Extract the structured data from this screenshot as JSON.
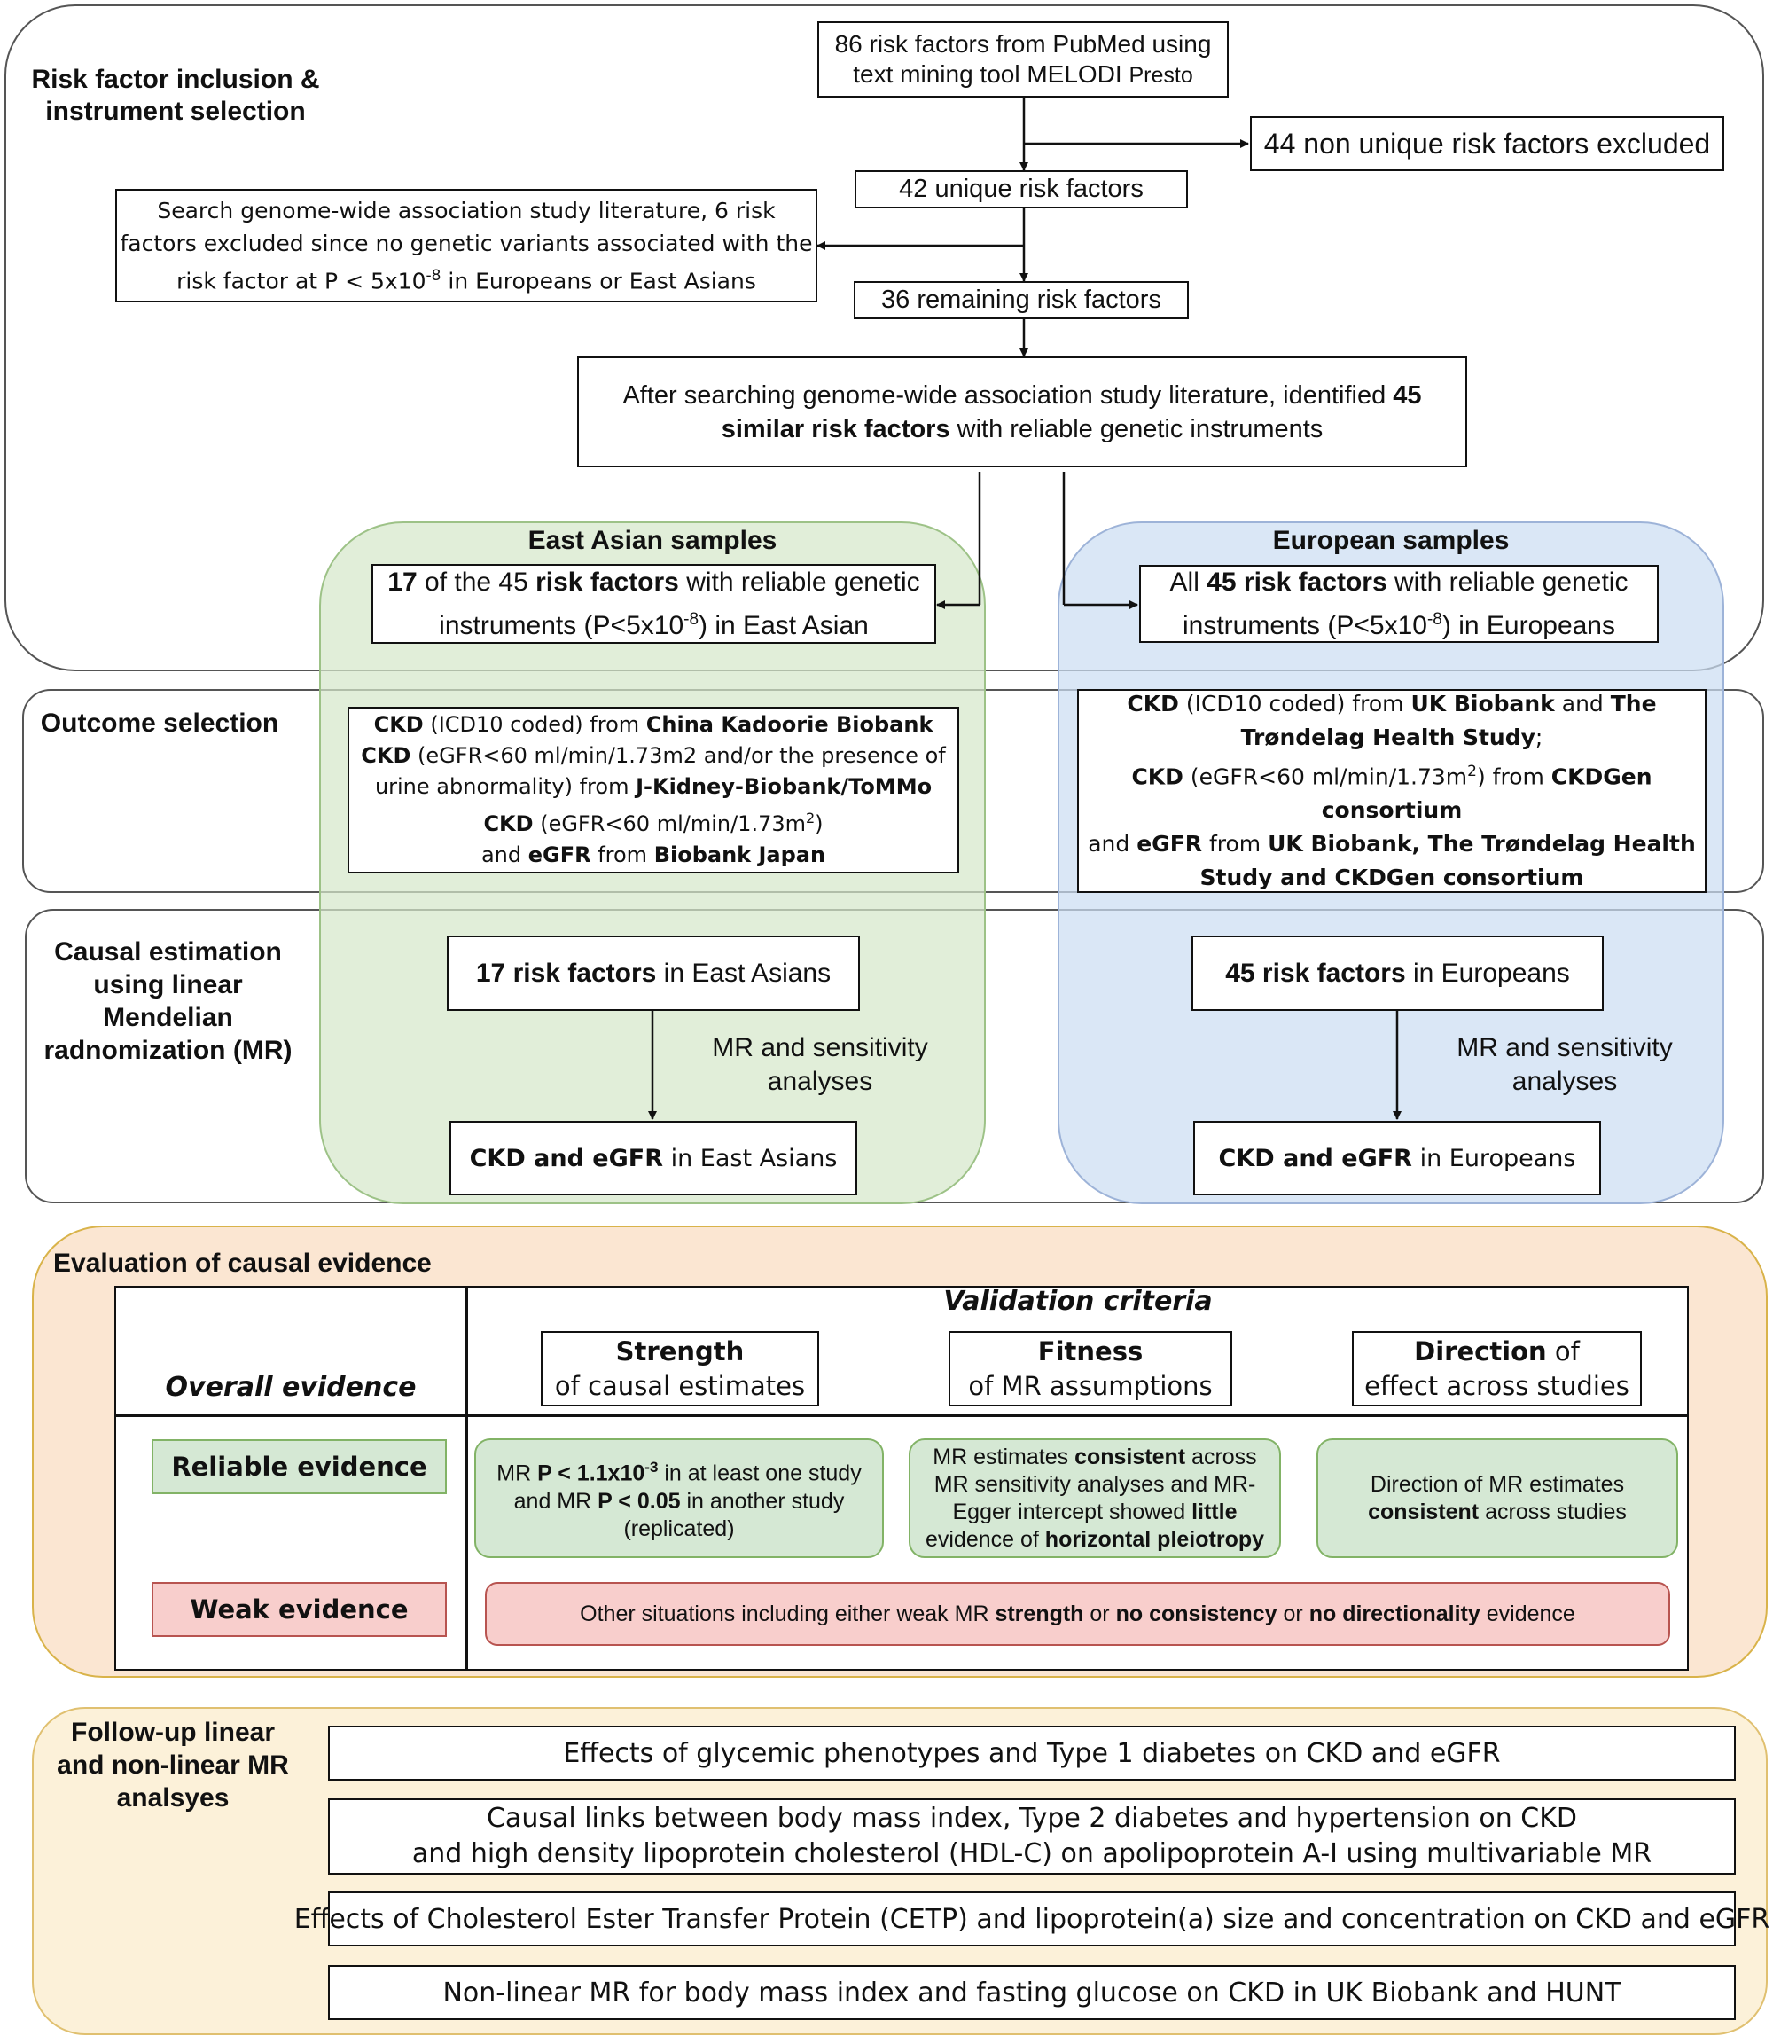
{
  "sections": {
    "risk_factor": "Risk factor inclusion & instrument selection",
    "outcome": "Outcome selection",
    "causal": "Causal estimation using linear Mendelian radnomization (MR)",
    "evaluation": "Evaluation of causal evidence",
    "followup": "Follow-up linear and non-linear MR analsyes"
  },
  "flow": {
    "melodi_line1": "86 risk factors from PubMed using",
    "melodi_line2_a": "text mining tool MELODI ",
    "melodi_line2_b": "Presto",
    "excluded_nonunique": "44 non unique risk factors excluded",
    "unique": "42 unique risk factors",
    "gwas_excl_line1": "Search genome-wide association study literature, 6 risk",
    "gwas_excl_line2": "factors excluded since no genetic variants associated with the",
    "gwas_excl_line3a": "risk factor at P < 5x10",
    "gwas_excl_exp": "-8",
    "gwas_excl_line3b": " in Europeans or East Asians",
    "remaining": "36 remaining risk factors",
    "similar_a": "After searching genome-wide association study literature, identified ",
    "similar_b": "45",
    "similar_c": "similar risk factors",
    "similar_d": " with reliable genetic instruments"
  },
  "east": {
    "title": "East Asian samples",
    "instr_a": "17",
    "instr_b": " of the 45 ",
    "instr_c": "risk factors",
    "instr_d": " with reliable genetic",
    "instr_e": "instruments (P<5x10",
    "instr_exp": "-8",
    "instr_f": ") in East Asian",
    "out_1a": "CKD",
    "out_1b": " (ICD10 coded) from ",
    "out_1c": "China Kadoorie Biobank",
    "out_2a": "CKD",
    "out_2b": " (eGFR<60 ml/min/1.73m2 and/or the presence of",
    "out_3a": "urine abnormality) from ",
    "out_3b": "J-Kidney-Biobank/ToMMo",
    "out_4a": "CKD",
    "out_4b": " (eGFR<60 ml/min/1.73m",
    "out_4sup": "2",
    "out_4c": ")",
    "out_5a": "and ",
    "out_5b": "eGFR",
    "out_5c": " from ",
    "out_5d": "Biobank Japan",
    "rf_a": "17 risk factors",
    "rf_b": " in East Asians",
    "arrow_label_1": "MR and sensitivity",
    "arrow_label_2": "analyses",
    "res_a": "CKD and eGFR",
    "res_b": " in East Asians"
  },
  "europe": {
    "title": "European samples",
    "instr_a": "All ",
    "instr_b": "45 risk factors",
    "instr_c": " with reliable genetic",
    "instr_d": "instruments (P<5x10",
    "instr_exp": "-8",
    "instr_e": ") in Europeans",
    "out_1a": "CKD",
    "out_1b": " (ICD10 coded) from ",
    "out_1c": "UK Biobank",
    "out_1d": " and ",
    "out_1e": "The",
    "out_2a": "Trøndelag Health Study",
    "out_2b": ";",
    "out_3a": "CKD",
    "out_3b": " (eGFR<60 ml/min/1.73m",
    "out_3sup": "2",
    "out_3c": ") from ",
    "out_3d": "CKDGen",
    "out_4": "consortium",
    "out_5a": "and ",
    "out_5b": "eGFR",
    "out_5c": " from ",
    "out_5d": "UK Biobank, The Trøndelag Health",
    "out_6": "Study and CKDGen consortium",
    "rf_a": "45 risk factors",
    "rf_b": " in Europeans",
    "arrow_label_1": "MR and sensitivity",
    "arrow_label_2": "analyses",
    "res_a": "CKD and eGFR",
    "res_b": " in Europeans"
  },
  "evaluation": {
    "validation_criteria": "Validation criteria",
    "overall_evidence": "Overall evidence",
    "strength_a": "Strength",
    "strength_b": "of causal estimates",
    "fitness_a": "Fitness",
    "fitness_b": "of MR assumptions",
    "direction_a": "Direction",
    "direction_b": " of",
    "direction_c": "effect across studies",
    "reliable": "Reliable evidence",
    "weak": "Weak evidence",
    "rel_strength_1a": "MR ",
    "rel_strength_1b": "P < 1.1x10",
    "rel_strength_1exp": "-3",
    "rel_strength_1c": " in at least one study",
    "rel_strength_2a": "and MR ",
    "rel_strength_2b": "P < 0.05",
    "rel_strength_2c": " in another study",
    "rel_strength_3": "(replicated)",
    "rel_fit_1a": "MR estimates ",
    "rel_fit_1b": "consistent",
    "rel_fit_1c": " across",
    "rel_fit_2": "MR sensitivity analyses and MR-",
    "rel_fit_3a": "Egger intercept showed ",
    "rel_fit_3b": "little",
    "rel_fit_4a": "evidence of ",
    "rel_fit_4b": "horizontal pleiotropy",
    "rel_dir_1": "Direction of MR estimates",
    "rel_dir_2a": "consistent",
    "rel_dir_2b": " across studies",
    "weak_a": "Other situations including either weak MR ",
    "weak_b": "strength",
    "weak_c": " or ",
    "weak_d": "no consistency",
    "weak_e": " or ",
    "weak_f": "no directionality",
    "weak_g": " evidence"
  },
  "followup": {
    "item1": "Effects of glycemic phenotypes and Type 1 diabetes on CKD and eGFR",
    "item2_line1": "Causal links between body mass index, Type 2 diabetes and hypertension on CKD",
    "item2_line2": "and high density lipoprotein cholesterol (HDL-C) on apolipoprotein A-I using multivariable MR",
    "item3": "Effects of Cholesterol Ester Transfer Protein (CETP) and lipoprotein(a) size and concentration on CKD and eGFR",
    "item4": "Non-linear MR for body mass index and fasting glucose on CKD in UK Biobank and HUNT"
  },
  "colors": {
    "east_fill": "#e2efd9",
    "east_border": "#9dc287",
    "europe_fill": "#dde8f6",
    "europe_border": "#9db3d8",
    "eval_fill": "#fbe6d2",
    "eval_border": "#d9b34a",
    "followup_fill": "#fcf1d9",
    "reliable_fill": "#d5e8d4",
    "reliable_border": "#82b366",
    "weak_fill": "#f8cecc",
    "weak_border": "#b85450"
  }
}
